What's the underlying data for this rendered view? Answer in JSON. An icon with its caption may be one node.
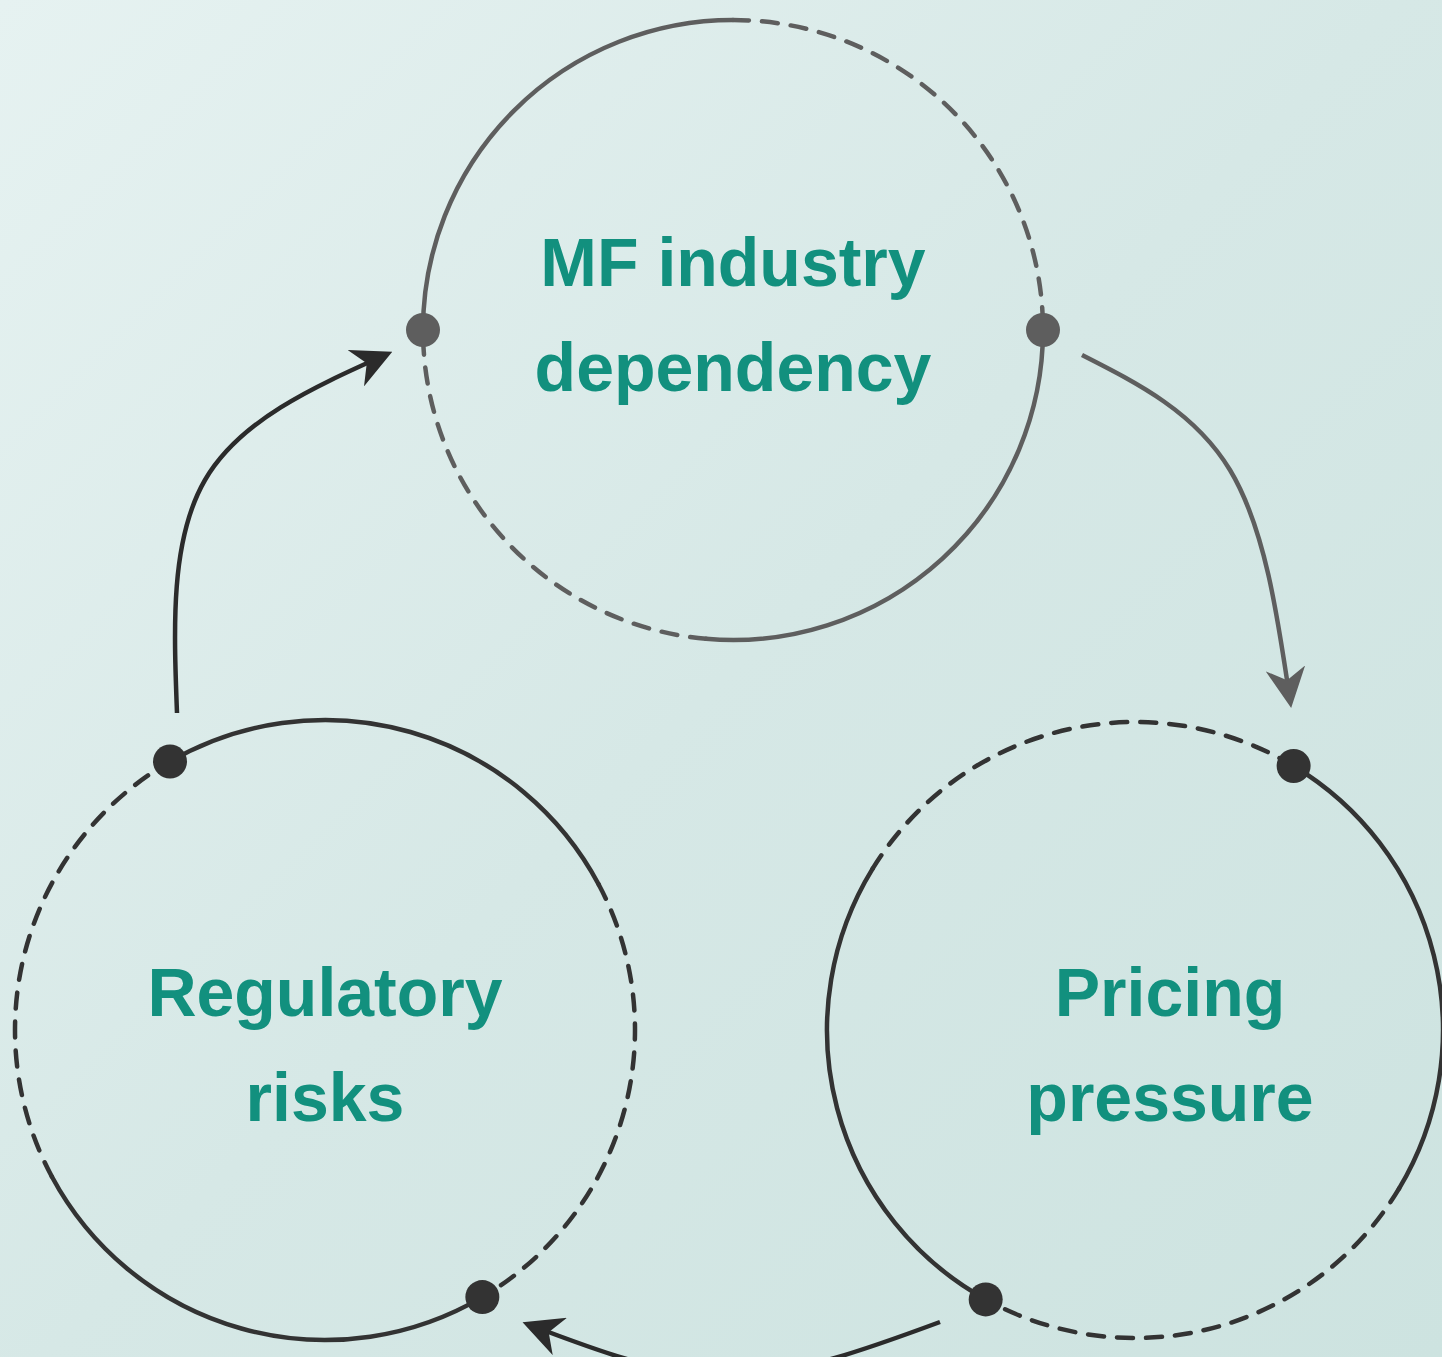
{
  "diagram": {
    "nodes": [
      {
        "text": [
          "MF industry dependency"
        ]
      },
      {
        "text": [
          "Pricing pressure"
        ]
      },
      {
        "text": [
          "Regulatory risks"
        ]
      }
    ],
    "edges": [
      {
        "from": 0,
        "to": 1,
        "arrow": "to",
        "color": "#5e5e5e"
      },
      {
        "from": 1,
        "to": 2,
        "arrow": "to"
      },
      {
        "from": 2,
        "to": 0,
        "arrow": "to"
      }
    ]
  }
}
